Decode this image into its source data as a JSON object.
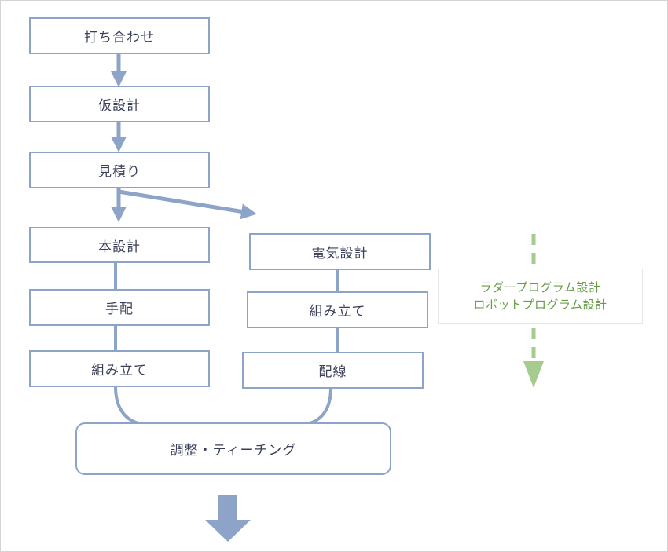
{
  "colors": {
    "primary": "#8ea3c8",
    "green": "#a6cb8e",
    "text": "#3a3f58",
    "note_text": "#6a9c46"
  },
  "steps": {
    "meeting": "打ち合わせ",
    "prelim_design": "仮設計",
    "estimate": "見積り",
    "main_design": "本設計",
    "procurement": "手配",
    "assembly_left": "組み立て",
    "electrical_design": "電気設計",
    "assembly_right": "組み立て",
    "wiring": "配線",
    "adjust": "調整・ティーチング"
  },
  "note": {
    "line1": "ラダープログラム設計",
    "line2": "ロボットプログラム設計"
  }
}
